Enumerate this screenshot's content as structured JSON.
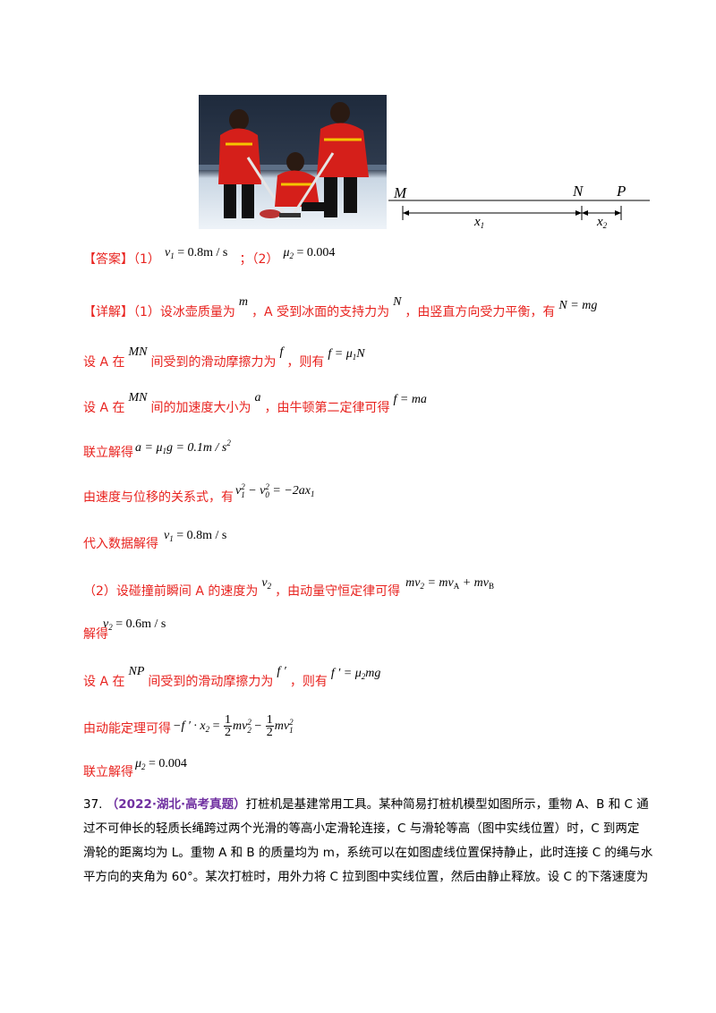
{
  "figure": {
    "labels": {
      "M": "M",
      "N": "N",
      "P": "P",
      "x1": "x",
      "x1_sub": "1",
      "x2": "x",
      "x2_sub": "2"
    }
  },
  "answer": {
    "label": "【答案】",
    "p1": "（1）",
    "eq1_var": "v",
    "eq1_sub": "1",
    "eq1_rhs": " = 0.8m / s",
    "sep": "；",
    "p2": "（2）",
    "eq2_var": "μ",
    "eq2_sub": "2",
    "eq2_rhs": " = 0.004"
  },
  "solution": {
    "l1": {
      "label": "【详解】",
      "t1": "（1）设冰壶质量为",
      "m": "m",
      "t2": "，A 受到冰面的支持力为",
      "N": "N",
      "t3": "，由竖直方向受力平衡，有",
      "eq": "N = mg"
    },
    "l2": {
      "t1": "设 A 在",
      "MN": "MN",
      "t2": "间受到的滑动摩擦力为",
      "f": "f",
      "t3": "，则有",
      "eq_a": "f = μ",
      "eq_sub": "1",
      "eq_b": "N"
    },
    "l3": {
      "t1": "设 A 在",
      "MN": "MN",
      "t2": "间的加速度大小为",
      "a": "a",
      "t3": "，由牛顿第二定律可得",
      "eq": "f = ma"
    },
    "l4": {
      "t1": "联立解得",
      "eq_a": "a = μ",
      "eq_sub": "1",
      "eq_b": "g = 0.1m / s",
      "eq_sup": "2"
    },
    "l5": {
      "t1": "由速度与位移的关系式，有",
      "v": "v",
      "s1": "1",
      "p1": "2",
      "mid": " − v",
      "s0": "0",
      "p0": "2",
      "rhs": " = −2ax",
      "sx": "1"
    },
    "l6": {
      "t1": "代入数据解得",
      "v": "v",
      "sub": "1",
      "rhs": " = 0.8m / s"
    },
    "l7": {
      "t1": "（2）设碰撞前瞬间 A 的速度为",
      "v": "v",
      "vsub": "2",
      "t2": "，由动量守恒定律可得",
      "eq_a": "mv",
      "s2": "2",
      "eq_b": " = mv",
      "sA": "A",
      "eq_c": " + mv",
      "sB": "B"
    },
    "l8": {
      "t1": "解得",
      "v": "v",
      "sub": "2",
      "rhs": " = 0.6m / s"
    },
    "l9": {
      "t1": "设 A 在",
      "NP": "NP",
      "t2": "间受到的滑动摩擦力为",
      "f": "f ′",
      "t3": "，则有",
      "eq_a": "f ′ = μ",
      "eq_sub": "2",
      "eq_b": "mg"
    },
    "l10": {
      "t1": "由动能定理可得",
      "lhs": "−f ′ · x",
      "sx": "2",
      "eq": " = ",
      "n1": "1",
      "d1": "2",
      "mv2": "mv",
      "s2": "2",
      "p2": "2",
      "minus": " − ",
      "n2": "1",
      "d2": "2",
      "mv1": "mv",
      "s1": "1",
      "p1": "2"
    },
    "l11": {
      "t1": "联立解得",
      "v": "μ",
      "sub": "2",
      "rhs": " = 0.004"
    }
  },
  "question37": {
    "number": "37.",
    "source": "（2022·湖北·高考真题）",
    "line1": "打桩机是基建常用工具。某种简易打桩机模型如图所示，重物 A、B 和 C 通",
    "line2": "过不可伸长的轻质长绳跨过两个光滑的等高小定滑轮连接，C 与滑轮等高（图中实线位置）时，C 到两定",
    "line3": "滑轮的距离均为 L。重物 A 和 B 的质量均为 m，系统可以在如图虚线位置保持静止，此时连接 C 的绳与水",
    "line4": "平方向的夹角为 60°。某次打桩时，用外力将 C 拉到图中实线位置，然后由静止释放。设 C 的下落速度为"
  }
}
